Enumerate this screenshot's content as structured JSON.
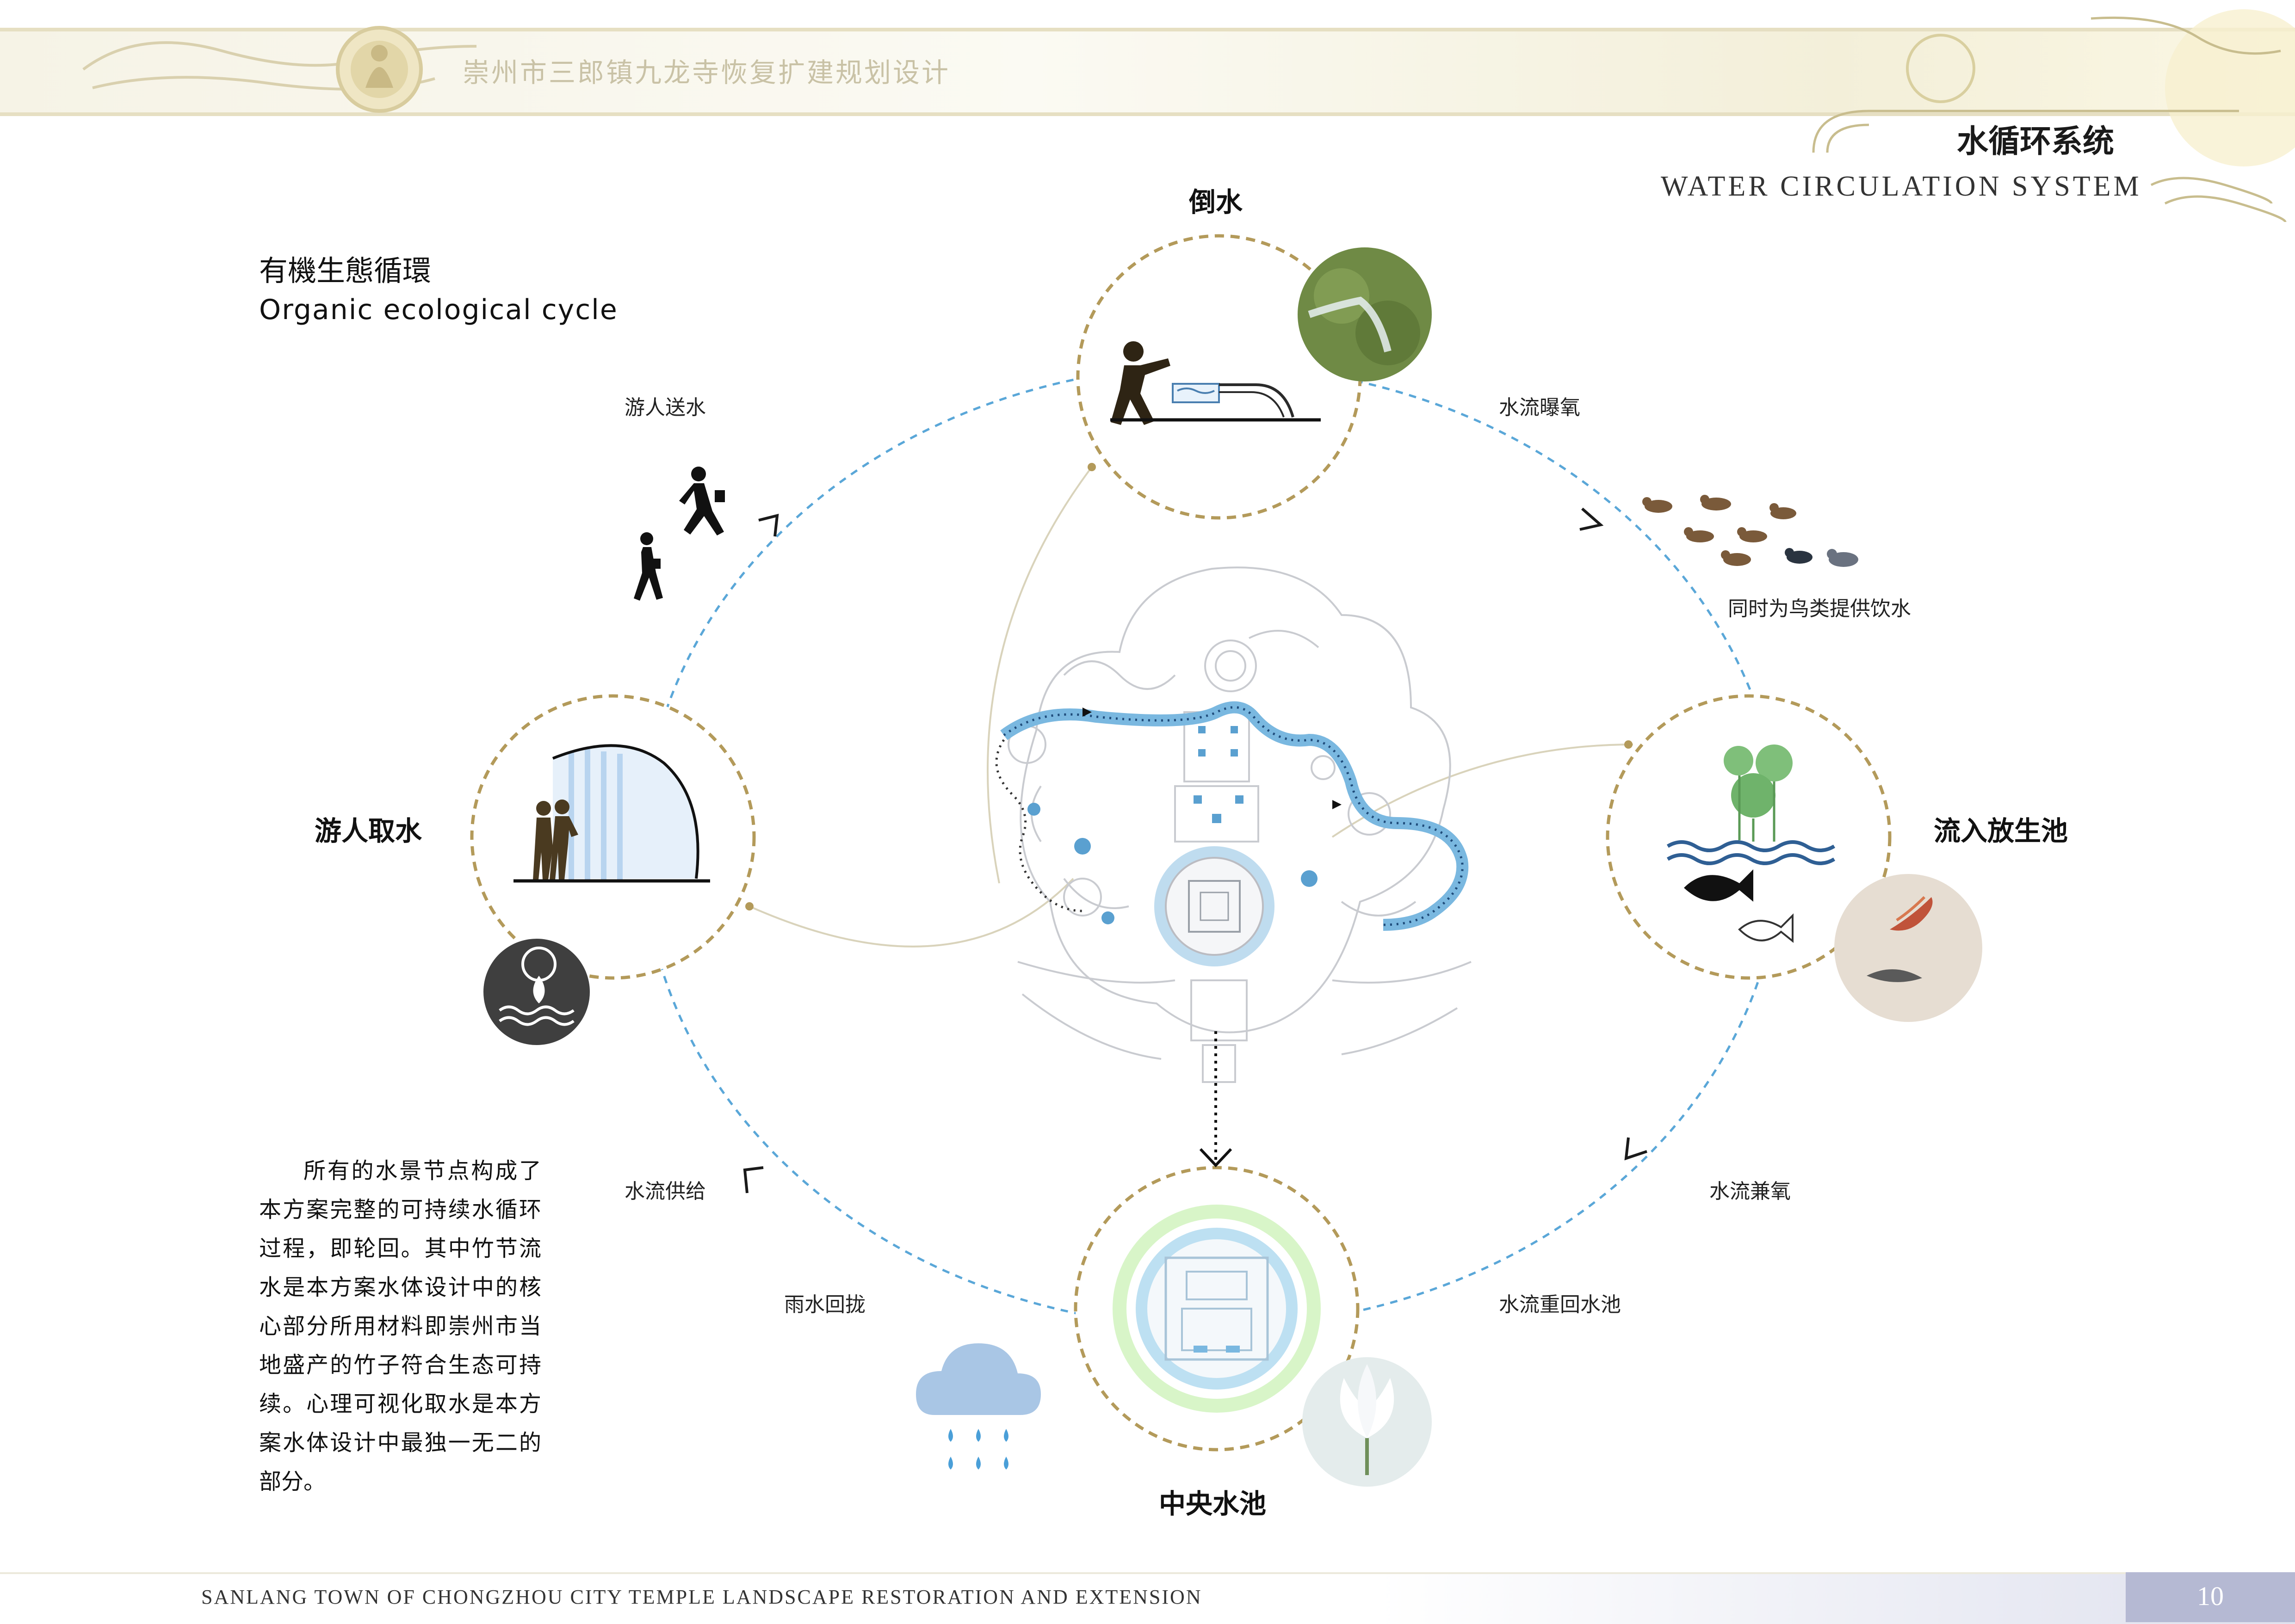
{
  "header": {
    "project_title": "崇州市三郎镇九龙寺恢复扩建规划设计"
  },
  "section": {
    "title_cn": "水循环系统",
    "title_en": "WATER CIRCULATION SYSTEM"
  },
  "subtitle": {
    "cn": "有機生態循環",
    "en": "Organic ecological cycle"
  },
  "nodes": {
    "top": "倒水",
    "left": "游人取水",
    "right": "流入放生池",
    "bottom": "中央水池"
  },
  "edges": {
    "visitor_send": "游人送水",
    "aeration": "水流曝氧",
    "bird_water": "同时为鸟类提供饮水",
    "supply": "水流供给",
    "rain_collect": "雨水回拢",
    "oxygenate": "水流兼氧",
    "return_pool": "水流重回水池"
  },
  "description": "所有的水景节点构成了本方案完整的可持续水循环过程，即轮回。其中竹节流水是本方案水体设计中的核心部分所用材料即崇州市当地盛产的竹子符合生态可持续。心理可视化取水是本方案水体设计中最独一无二的部分。",
  "footer": {
    "text": "SANLANG TOWN OF  CHONGZHOU CITY TEMPLE LANDSCAPE RESTORATION AND EXTENSION",
    "page": "10"
  },
  "colors": {
    "gold_dashed": "#b39a5a",
    "blue_dashed": "#5aa7d8",
    "water_blue": "#7ab8e0",
    "icon_dark": "#3f3f3f"
  },
  "icons": [
    "temple-emblem-icon",
    "person-pouring-icon",
    "walking-people-icon",
    "birds-icon",
    "wave-visitors-icon",
    "water-drop-icon",
    "lotus-fish-icon",
    "koi-image-icon",
    "rain-cloud-icon",
    "white-lotus-icon",
    "moss-water-image-icon",
    "temple-plan-map"
  ]
}
